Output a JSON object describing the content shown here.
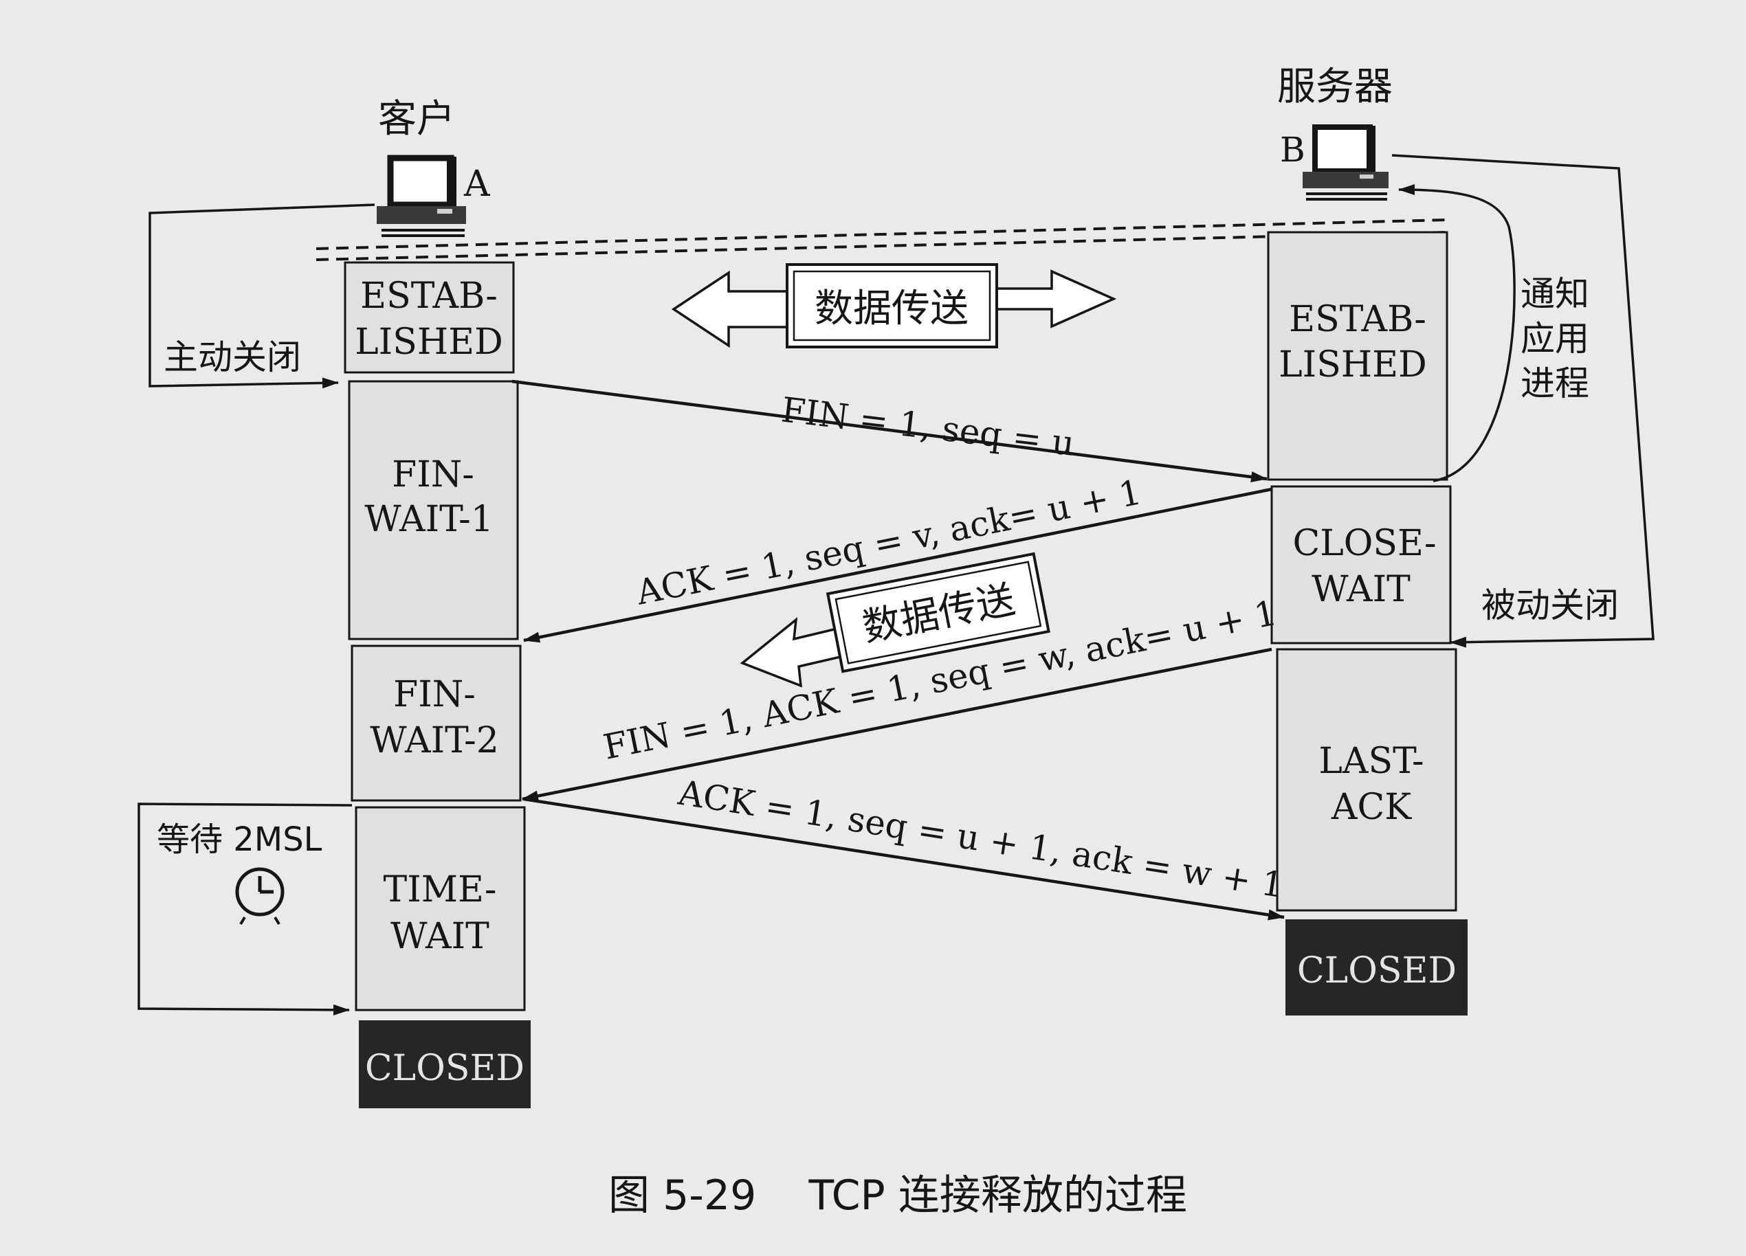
{
  "client": {
    "title": "客户",
    "letter": "A",
    "active_close": "主动关闭",
    "wait_label": "等待 2MSL"
  },
  "server": {
    "title": "服务器",
    "letter": "B",
    "notify": [
      "通知",
      "应用",
      "进程"
    ],
    "passive_close": "被动关闭"
  },
  "client_states": [
    [
      "ESTAB-",
      "LISHED"
    ],
    [
      "FIN-",
      "WAIT-1"
    ],
    [
      "FIN-",
      "WAIT-2"
    ],
    [
      "TIME-",
      "WAIT"
    ],
    [
      "CLOSED"
    ]
  ],
  "server_states": [
    [
      "ESTAB-",
      "LISHED"
    ],
    [
      "CLOSE-",
      "WAIT"
    ],
    [
      "LAST-",
      "ACK"
    ],
    [
      "CLOSED"
    ]
  ],
  "data_transfer": "数据传送",
  "messages": {
    "fin1": "FIN = 1, seq = u",
    "ack1": "ACK = 1, seq = v, ack= u + 1",
    "fin2": "FIN = 1, ACK = 1, seq = w, ack= u + 1",
    "ack2": "ACK = 1, seq = u + 1, ack = w + 1"
  },
  "caption": "图 5-29    TCP 连接释放的过程",
  "colors": {
    "state_box": "#e2e0de",
    "closed_box": "#242628",
    "closed_text": "#e4e4e4",
    "line": "#161616"
  },
  "icons": [
    "computer-icon",
    "clock-icon",
    "double-arrow-icon",
    "left-arrow-icon"
  ]
}
